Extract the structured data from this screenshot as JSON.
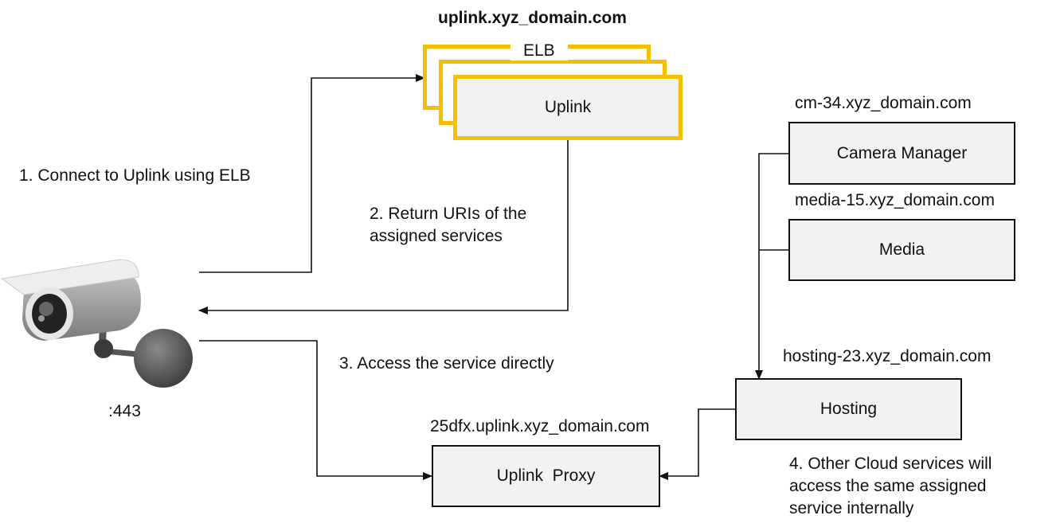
{
  "elb_group": {
    "domain": "uplink.xyz_domain.com",
    "elb_label": "ELB",
    "uplink_label": "Uplink"
  },
  "camera": {
    "port": ":443"
  },
  "steps": {
    "step1": "1. Connect to Uplink using ELB",
    "step2": [
      "2. Return URIs of the",
      "assigned services"
    ],
    "step3": "3. Access the service directly",
    "step4": [
      "4. Other Cloud services will",
      "access the same assigned",
      "service internally"
    ]
  },
  "services": {
    "camera_manager": {
      "domain": "cm-34.xyz_domain.com",
      "label": "Camera Manager"
    },
    "media": {
      "domain": "media-15.xyz_domain.com",
      "label": "Media"
    },
    "hosting": {
      "domain": "hosting-23.xyz_domain.com",
      "label": "Hosting"
    },
    "uplink_proxy": {
      "domain": "25dfx.uplink.xyz_domain.com",
      "label": "Uplink  Proxy"
    }
  },
  "colors": {
    "elb_border": "#f5c000",
    "box_fill": "#f2f2f2",
    "line": "#111111"
  }
}
